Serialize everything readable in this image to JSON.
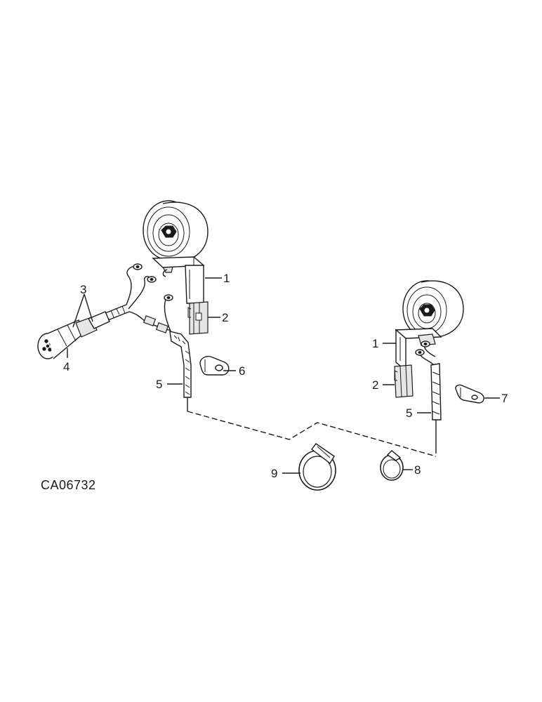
{
  "figure_code": "CA06732",
  "callouts": {
    "left_horn_bracket": "1",
    "left_horn_clip": "2",
    "plug_wires": "3",
    "plug_connector": "4",
    "left_wire_sleeve": "5",
    "left_clamp": "6",
    "right_horn_bracket": "1",
    "right_horn_clip": "2",
    "right_wire_sleeve": "5",
    "right_terminal": "7",
    "small_strap": "8",
    "large_strap": "9"
  }
}
